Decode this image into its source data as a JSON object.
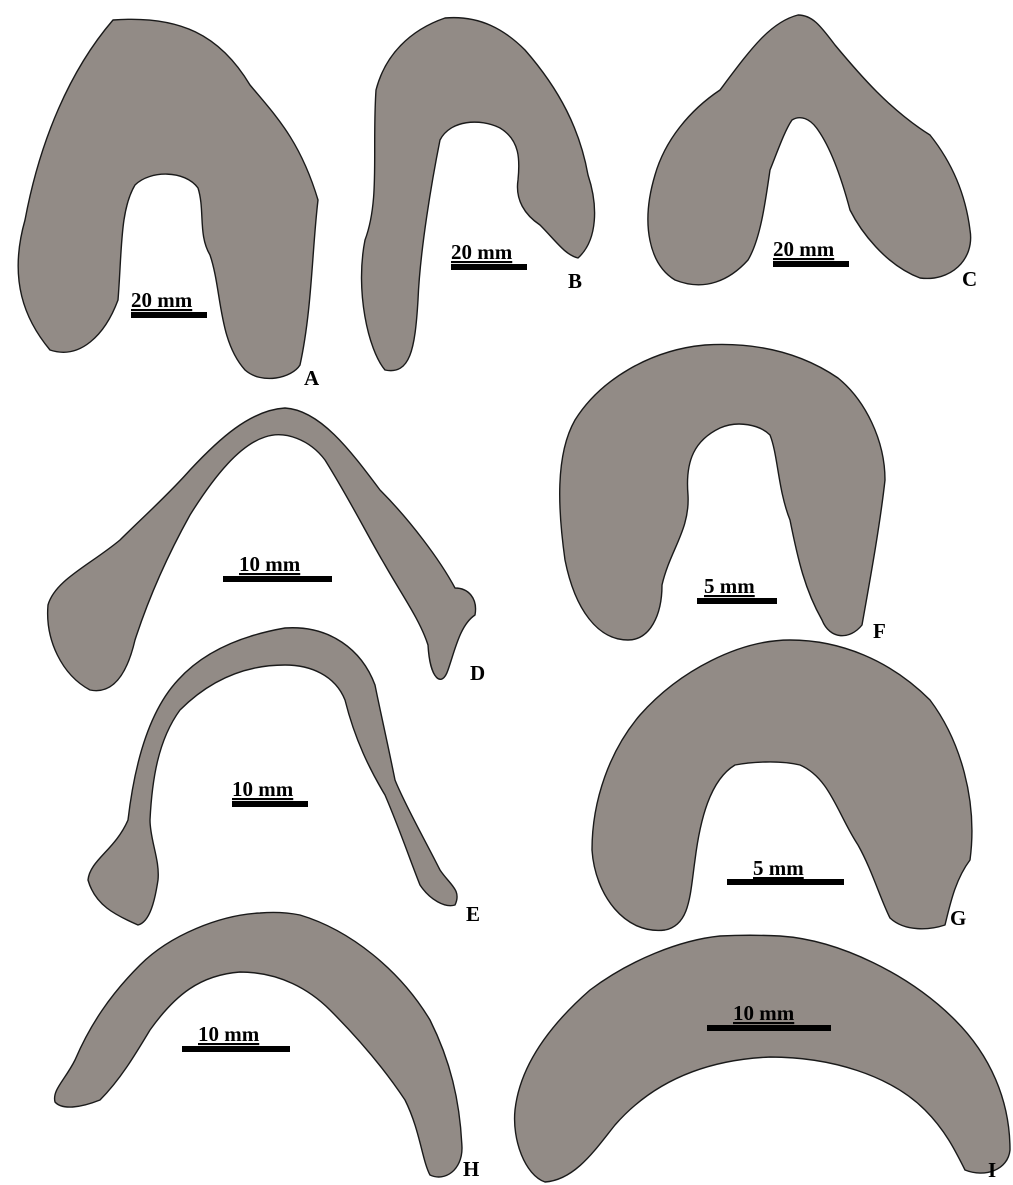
{
  "colors": {
    "shape_fill": "#928b86",
    "outline": "#1a1a1a",
    "text": "#000000",
    "background": "#ffffff"
  },
  "panels": [
    {
      "id": "A",
      "label": "A",
      "scale_label": "20 mm"
    },
    {
      "id": "B",
      "label": "B",
      "scale_label": "20 mm"
    },
    {
      "id": "C",
      "label": "C",
      "scale_label": "20 mm"
    },
    {
      "id": "D",
      "label": "D",
      "scale_label": "10 mm"
    },
    {
      "id": "E",
      "label": "E",
      "scale_label": "10 mm"
    },
    {
      "id": "F",
      "label": "F",
      "scale_label": "5 mm"
    },
    {
      "id": "G",
      "label": "G",
      "scale_label": "5 mm"
    },
    {
      "id": "H",
      "label": "H",
      "scale_label": "10 mm"
    },
    {
      "id": "I",
      "label": "I",
      "scale_label": "10 mm"
    }
  ]
}
